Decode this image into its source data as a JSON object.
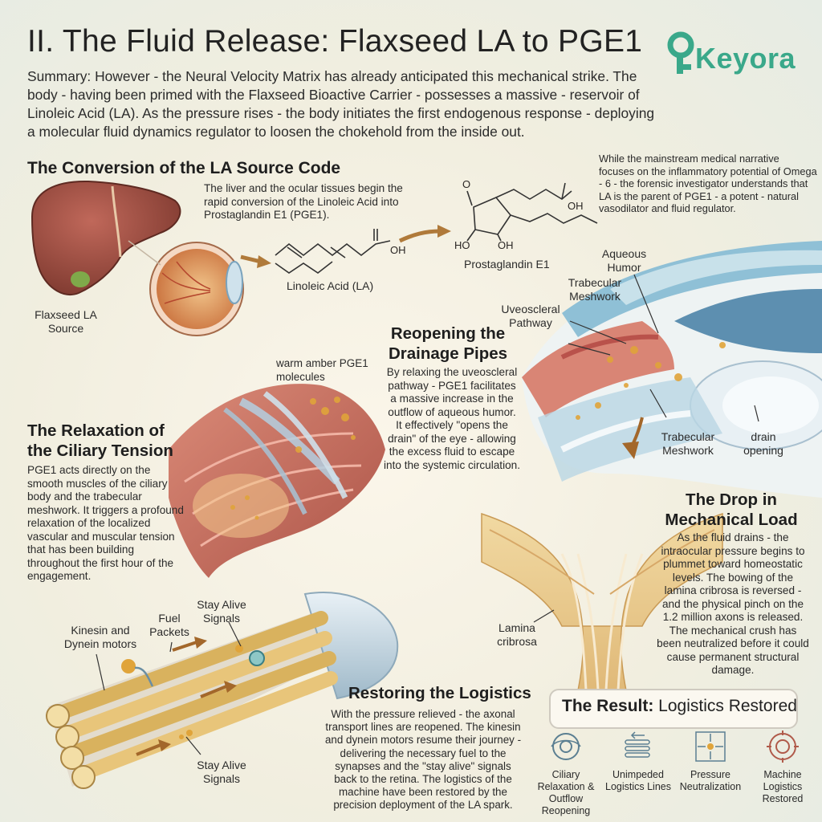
{
  "header": {
    "title": "II. The Fluid Release: Flaxseed LA to PGE1",
    "brand": "Keyora",
    "summary": "Summary: However - the Neural Velocity Matrix has already anticipated this mechanical strike. The body - having been primed with the Flaxseed Bioactive Carrier - possesses a massive - reservoir of Linoleic Acid (LA). As the pressure rises - the body initiates the first endogenous response - deploying a molecular fluid dynamics regulator to loosen the chokehold from the inside out."
  },
  "conversion": {
    "heading": "The Conversion of the LA Source Code",
    "text": "The liver and the ocular tissues begin the rapid conversion of the Linoleic Acid into Prostaglandin E1 (PGE1).",
    "liver_label": "Flaxseed LA Source",
    "la_label": "Linoleic Acid (LA)",
    "pge1_label": "Prostaglandin E1",
    "side_note": "While the mainstream medical narrative focuses on the inflammatory potential of Omega - 6 - the forensic investigator understands that LA is the parent of PGE1 - a potent - natural vasodilator and fluid regulator.",
    "chem": {
      "oh": "OH",
      "o": "O",
      "ho": "HO",
      "oh2": "OH"
    }
  },
  "ciliary": {
    "heading": "The Relaxation of the Ciliary Tension",
    "molecules_label": "warm amber PGE1 molecules",
    "text": "PGE1 acts directly on the smooth muscles of the ciliary body and the trabecular meshwork. It triggers a profound relaxation of the localized vascular and muscular tension that has been building throughout the first hour of the engagement."
  },
  "drainage": {
    "heading": "Reopening the Drainage Pipes",
    "text": "By relaxing the uveoscleral pathway - PGE1 facilitates a massive increase in the outflow of aqueous humor. It effectively \"opens the drain\" of the eye - allowing the excess fluid to escape into the systemic circulation.",
    "labels": {
      "aqueous": "Aqueous Humor",
      "trabecular_top": "Trabecular Meshwork",
      "uveoscleral": "Uveoscleral Pathway",
      "trabecular_bottom": "Trabecular Meshwork",
      "drain": "drain opening"
    }
  },
  "load": {
    "heading": "The Drop in Mechanical Load",
    "text": "As the fluid drains - the intraocular pressure begins to plummet toward homeostatic levels. The bowing of the lamina cribrosa is reversed - and the physical pinch on the 1.2 million axons is released. The mechanical crush has been neutralized before it could cause permanent structural damage.",
    "lamina_label": "Lamina cribrosa"
  },
  "logistics": {
    "heading": "Restoring the Logistics",
    "text": "With the pressure relieved - the axonal transport lines are reopened. The kinesin and dynein motors resume their journey - delivering the necessary fuel to the synapses and the \"stay alive\" signals back to the retina. The logistics of the machine have been restored by the precision deployment of the LA spark.",
    "labels": {
      "motors": "Kinesin and Dynein motors",
      "fuel": "Fuel Packets",
      "stay_top": "Stay Alive Signals",
      "stay_bottom": "Stay Alive Signals"
    }
  },
  "result": {
    "title_bold": "The Result:",
    "title_rest": " Logistics Restored",
    "items": [
      {
        "label": "Ciliary Relaxation & Outflow Reopening",
        "icon": "eye-outflow-icon"
      },
      {
        "label": "Unimpeded Logistics Lines",
        "icon": "axon-lines-icon"
      },
      {
        "label": "Pressure Neutralization",
        "icon": "pressure-arrows-icon"
      },
      {
        "label": "Machine Logistics Restored",
        "icon": "gear-restored-icon"
      }
    ]
  },
  "colors": {
    "amber": "#e0a43a",
    "brand": "#3aa88a",
    "liver": "#9a4a3a",
    "muscle": "#c4685a",
    "nerve": "#a9c6d8"
  }
}
